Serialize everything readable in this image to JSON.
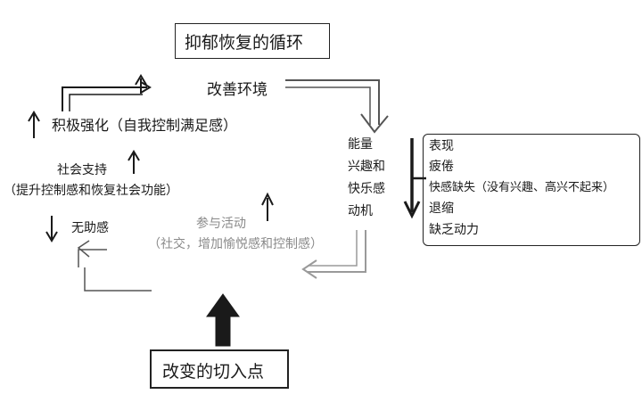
{
  "title": "抑郁恢复的循环",
  "nodes": {
    "improve_environment": "改善环境",
    "positive_reinforcement": "积极强化（自我控制满足感）",
    "social_support": "社会支持",
    "improve_functions": "（提升控制感和恢复社会功能）",
    "helplessness": "无助感",
    "participate": "参与活动",
    "participate_detail": "（社交，增加愉悦感和控制感）",
    "energy": [
      "能量",
      "兴趣和",
      "快乐感",
      "动机"
    ],
    "entry_point": "改变的切入点"
  },
  "symptoms": {
    "items": [
      "表现",
      "疲倦",
      "快感缺失（没有兴趣、高兴不起来）",
      "退缩",
      "缺乏动力"
    ]
  },
  "colors": {
    "ink": "#1a1a1a",
    "faint_ink": "#8a8a8a",
    "background": "#ffffff"
  }
}
